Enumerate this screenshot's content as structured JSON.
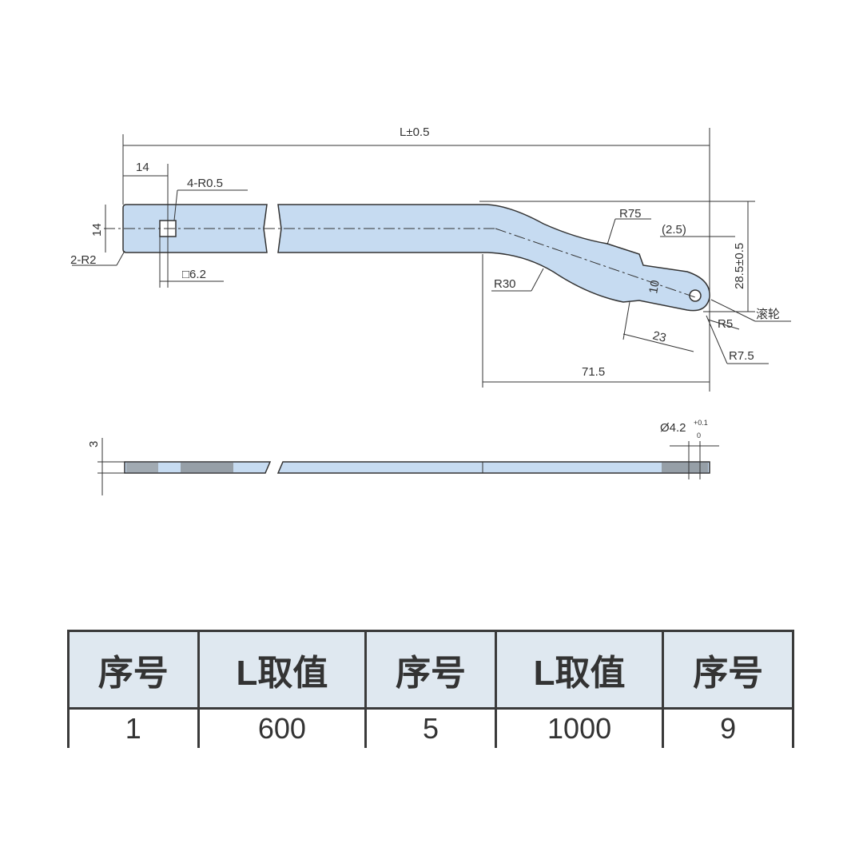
{
  "drawing": {
    "dim_length": "L±0.5",
    "dim_14_top": "14",
    "dim_corner_radius": "4-R0.5",
    "dim_14_side": "14",
    "dim_end_radius": "2-R2",
    "dim_square_hole": "□6.2",
    "dim_r75": "R75",
    "dim_2_5": "(2.5)",
    "dim_28_5": "28.5±0.5",
    "dim_r30": "R30",
    "dim_10": "10",
    "dim_roller": "滚轮",
    "dim_r5": "R5",
    "dim_23": "23",
    "dim_r7_5": "R7.5",
    "dim_71_5": "71.5",
    "dim_thickness": "3",
    "dim_hole_dia": "Ø4.2",
    "dim_hole_tol_upper": "+0.1",
    "dim_hole_tol_lower": "0",
    "body_color": "#c6dbf1"
  },
  "table": {
    "headers": [
      "序号",
      "L取值",
      "序号",
      "L取值",
      "序号"
    ],
    "row": [
      "1",
      "600",
      "5",
      "1000",
      "9"
    ]
  }
}
